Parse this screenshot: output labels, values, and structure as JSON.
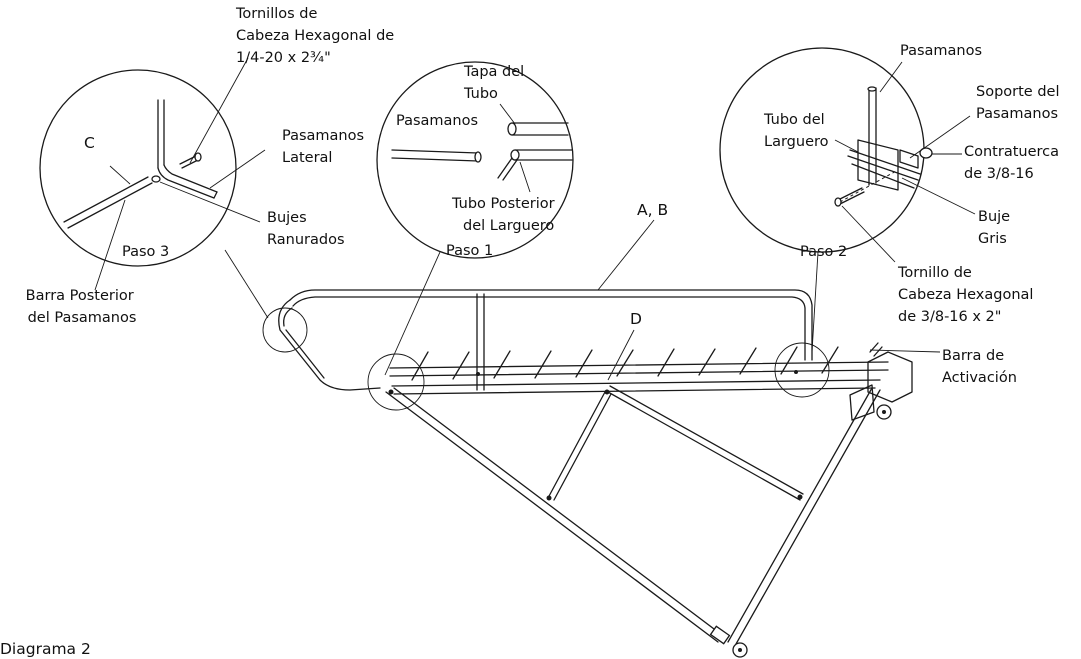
{
  "diagram": {
    "caption": "Diagrama 2",
    "steps": {
      "step1": "Paso 1",
      "step2": "Paso 2",
      "step3": "Paso 3"
    },
    "part_letters": {
      "ab": "A, B",
      "c": "C",
      "d": "D"
    },
    "callouts": {
      "hex_screws_lines": [
        "Tornillos de",
        "Cabeza Hexagonal de",
        "1/4-20 x 2¾\""
      ],
      "side_handrail_lines": [
        "Pasamanos",
        "Lateral"
      ],
      "slotted_bushings_lines": [
        "Bujes",
        "Ranurados"
      ],
      "rear_handrail_bar_lines": [
        "Barra Posterior",
        "del Pasamanos"
      ],
      "tube_cap_lines": [
        "Tapa del",
        "Tubo"
      ],
      "handrail_step1": "Pasamanos",
      "rear_stringer_tube_lines": [
        "Tubo Posterior",
        "del Larguero"
      ],
      "handrail_step2": "Pasamanos",
      "stringer_tube_lines": [
        "Tubo del",
        "Larguero"
      ],
      "handrail_support_lines": [
        "Soporte del",
        "Pasamanos"
      ],
      "locknut_lines": [
        "Contratuerca",
        "de 3/8-16"
      ],
      "gray_bushing_lines": [
        "Buje",
        "Gris"
      ],
      "hex_bolt_lines": [
        "Tornillo de",
        "Cabeza Hexagonal",
        "de 3/8-16 x 2\""
      ],
      "activation_bar_lines": [
        "Barra de",
        "Activación"
      ]
    }
  }
}
